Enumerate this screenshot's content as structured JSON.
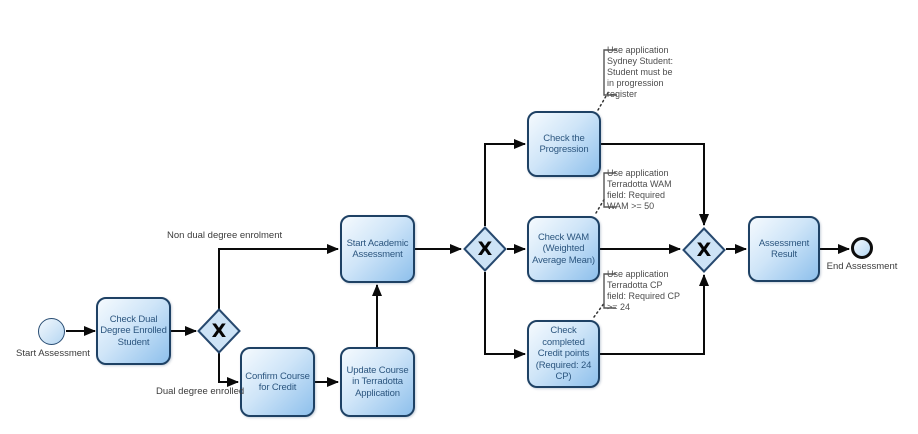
{
  "diagram": {
    "nodes": {
      "start_event": {
        "label": "Start Assessment"
      },
      "check_dual": {
        "label": "Check Dual\nDegree Enrolled\nStudent"
      },
      "gateway_dual": {
        "marker": "X"
      },
      "confirm_course": {
        "label": "Confirm Course\nfor Credit"
      },
      "update_course": {
        "label": "Update Course\nin Terradotta\nApplication"
      },
      "start_academic": {
        "label": "Start Academic\nAssessment"
      },
      "gateway_split": {
        "marker": "X"
      },
      "check_progression": {
        "label": "Check the\nProgression"
      },
      "check_wam": {
        "label": "Check WAM\n(Weighted\nAverage Mean)"
      },
      "check_cp": {
        "label": "Check completed\nCredit points\n(Required: 24\nCP)"
      },
      "gateway_merge": {
        "marker": "X"
      },
      "assessment_result": {
        "label": "Assessment\nResult"
      },
      "end_event": {
        "label": "End Assessment"
      }
    },
    "edge_labels": {
      "non_dual": "Non dual degree enrolment",
      "dual": "Dual degree enrolled"
    },
    "annotations": {
      "progression": "Use application\nSydney Student:\nStudent must be\nin progression\nregister",
      "wam": "Use application\nTerradotta WAM\nfield: Required\nWAM >= 50",
      "cp": "Use application\nTerradotta CP\nfield: Required CP\n>= 24"
    },
    "colors": {
      "task_fill_light": "#f5fafe",
      "task_fill_dark": "#8ec0ec",
      "task_border": "#1e4164",
      "task_text": "#2c567f",
      "gateway_fill": "#cde3f6",
      "connector": "#0a0a0a",
      "annotation_text": "#4d4d4d"
    }
  }
}
